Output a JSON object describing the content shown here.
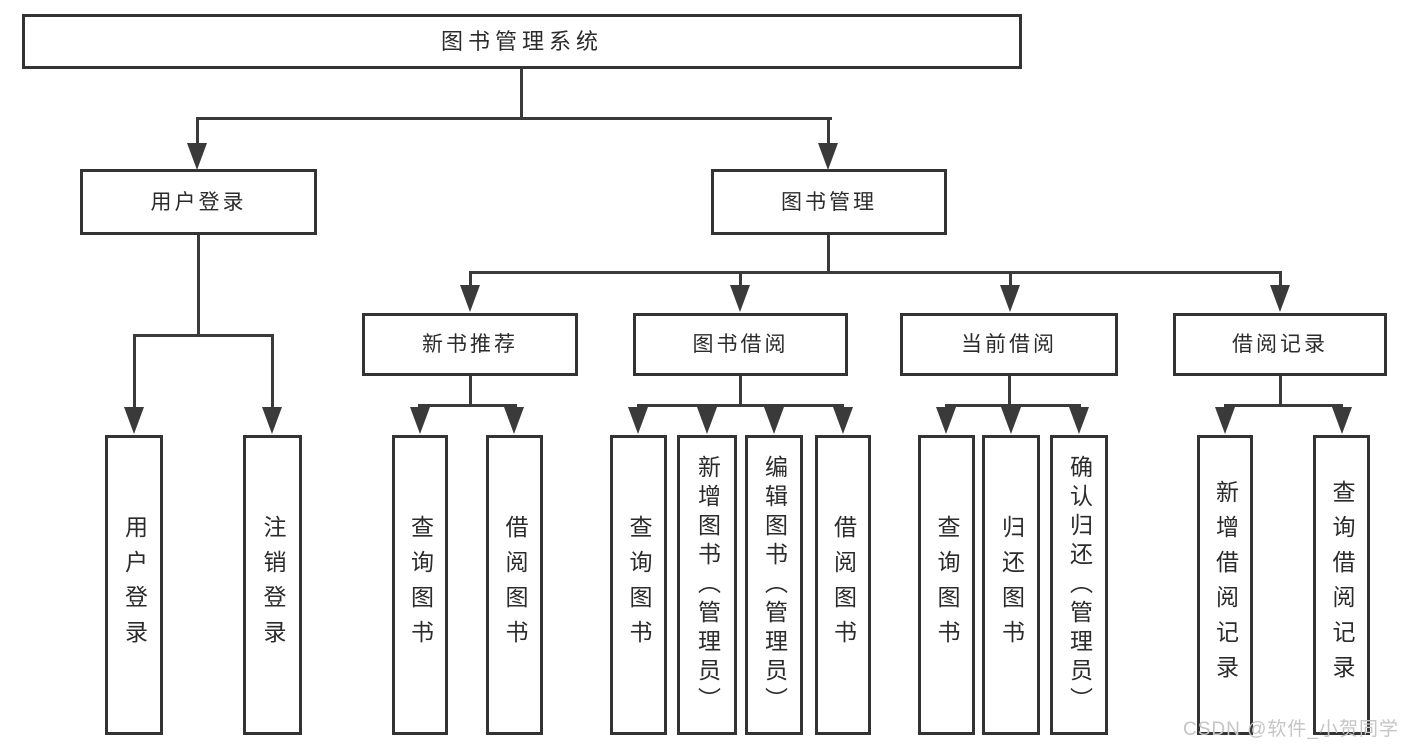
{
  "title": "图书管理系统",
  "tree": {
    "label": "图书管理系统",
    "children": [
      {
        "label": "用户登录",
        "children": [
          {
            "label": "用户登录"
          },
          {
            "label": "注销登录"
          }
        ]
      },
      {
        "label": "图书管理",
        "children": [
          {
            "label": "新书推荐",
            "children": [
              {
                "label": "查询图书"
              },
              {
                "label": "借阅图书"
              }
            ]
          },
          {
            "label": "图书借阅",
            "children": [
              {
                "label": "查询图书"
              },
              {
                "label": "新增图书（管理员）"
              },
              {
                "label": "编辑图书（管理员）"
              },
              {
                "label": "借阅图书"
              }
            ]
          },
          {
            "label": "当前借阅",
            "children": [
              {
                "label": "查询图书"
              },
              {
                "label": "归还图书"
              },
              {
                "label": "确认归还（管理员）"
              }
            ]
          },
          {
            "label": "借阅记录",
            "children": [
              {
                "label": "新增借阅记录"
              },
              {
                "label": "查询借阅记录"
              }
            ]
          }
        ]
      }
    ]
  },
  "watermark": {
    "text": "CSDN @软件_小贺同学"
  },
  "colors": {
    "line": "#3a3a3a",
    "box_border": "#333333",
    "text": "#2b2b2b",
    "watermark": "#c5c5c5",
    "background": "#ffffff"
  }
}
